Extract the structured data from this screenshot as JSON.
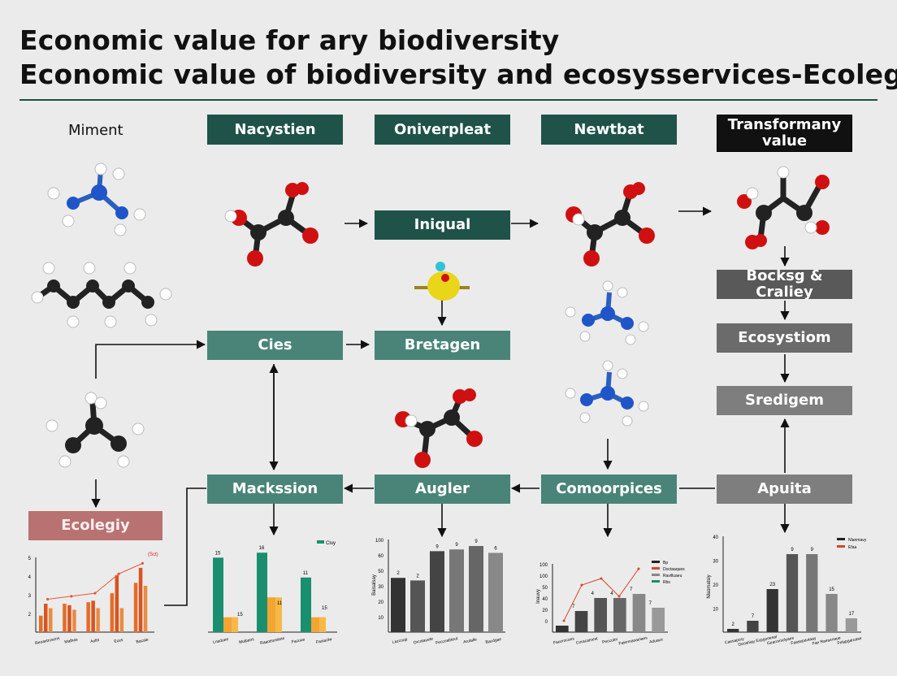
{
  "title_line1": "Economic value for ary biodiversity",
  "title_line2": "Economic value of biodiversity and ecosysservices-Ecolegy",
  "columns": {
    "col1": "Miment",
    "col2": "Nacystien",
    "col3": "Oniverpleat",
    "col4": "Newtbat",
    "col5": "Transformany value"
  },
  "nodes": {
    "iniqual": "Iniqual",
    "cies": "Cies",
    "bretagen": "Bretagen",
    "bocksg": "Bocksg & Craliey",
    "ecosystiom": "Ecosystiom",
    "sredigem": "Sredigem",
    "mackssion": "Mackssion",
    "augler": "Augler",
    "comoorpices": "Comoorpices",
    "apuita": "Apuita",
    "ecolegiy": "Ecolegiy"
  },
  "colors": {
    "dark_teal": "#1f5248",
    "mid_teal": "#4a8478",
    "orange": "#e06a2c",
    "amber": "#f3a531",
    "teal_bar": "#1a8f6f"
  },
  "chart_data": [
    {
      "type": "bar",
      "id": "chart1",
      "legend": [
        "(Sct)"
      ],
      "y_ticks": [
        "2",
        "3",
        "4",
        "5"
      ],
      "categories": [
        "Reoaxtrosons",
        "Mathas",
        "Aults",
        "Eces",
        "Bacaie"
      ],
      "series": [
        {
          "values": [
            1.1,
            1.9,
            2.0,
            2.6,
            3.3
          ]
        },
        {
          "values": [
            1.9,
            1.8,
            2.1,
            3.8,
            4.3
          ]
        },
        {
          "values": [
            1.6,
            1.5,
            1.6,
            1.6,
            3.1
          ]
        }
      ],
      "line": [
        2.2,
        2.4,
        2.6,
        3.9,
        4.6
      ],
      "ylim": [
        0,
        5
      ]
    },
    {
      "type": "bar",
      "id": "chart2",
      "legend": [
        "Cluy"
      ],
      "categories": [
        "Lnaduee",
        "Mulpans",
        "Raaotsusiane",
        "Facuue",
        "Faxiaolw"
      ],
      "series": [
        {
          "values": [
            15,
            16,
            11
          ]
        },
        {
          "values": [
            3,
            7,
            3
          ]
        },
        {
          "values": [
            3,
            7,
            3
          ]
        }
      ],
      "labels": {
        "s1": [
          "15",
          "16",
          "11"
        ],
        "s2": [
          "15",
          "11"
        ]
      }
    },
    {
      "type": "bar",
      "id": "chart3",
      "y_ticks": [
        "10",
        "20",
        "30",
        "50",
        "60",
        "100"
      ],
      "ylabel": "Baisalsay",
      "categories": [
        "Lazcoup",
        "Orcotauete",
        "Feccoabteut",
        "Arutalle",
        "Bacdgae"
      ],
      "values": [
        2,
        2,
        9,
        9,
        9,
        6
      ],
      "labels": [
        "2",
        "2",
        "9",
        "9",
        "9",
        "6"
      ]
    },
    {
      "type": "bar",
      "id": "chart4",
      "legend": [
        "Bp",
        "Doctaaques",
        "Ravilluaeu",
        "Rbs"
      ],
      "y_ticks": [
        "0",
        "20",
        "40",
        "50",
        "100",
        "100"
      ],
      "ylabel": "Inauvy",
      "categories": [
        "Faucrocues",
        "Coracamest",
        "Pecculor",
        "Faiermaoaeiaes",
        "Aduaux"
      ],
      "values": [
        1,
        2,
        4,
        4,
        7,
        7
      ],
      "labels": [
        "7",
        "4",
        "4",
        "7",
        "7"
      ],
      "line": [
        1,
        5,
        6,
        2,
        8
      ]
    },
    {
      "type": "bar",
      "id": "chart5",
      "legend": [
        "Nlanmavy",
        "Efaa"
      ],
      "y_ticks": [
        "10",
        "20",
        "30",
        "40"
      ],
      "ylabel": "Nlasmatsiy",
      "categories": [
        "Caesapury",
        "Geoshiay Ecpgonesal",
        "Gearomiolyaes",
        "Faasepavtaay",
        "Fae Raesenaue",
        "Felapgaruase"
      ],
      "values": [
        2,
        7,
        23,
        9,
        9,
        15,
        17
      ],
      "labels": [
        "2",
        "7",
        "23",
        "9",
        "9",
        "15",
        "17"
      ]
    }
  ]
}
